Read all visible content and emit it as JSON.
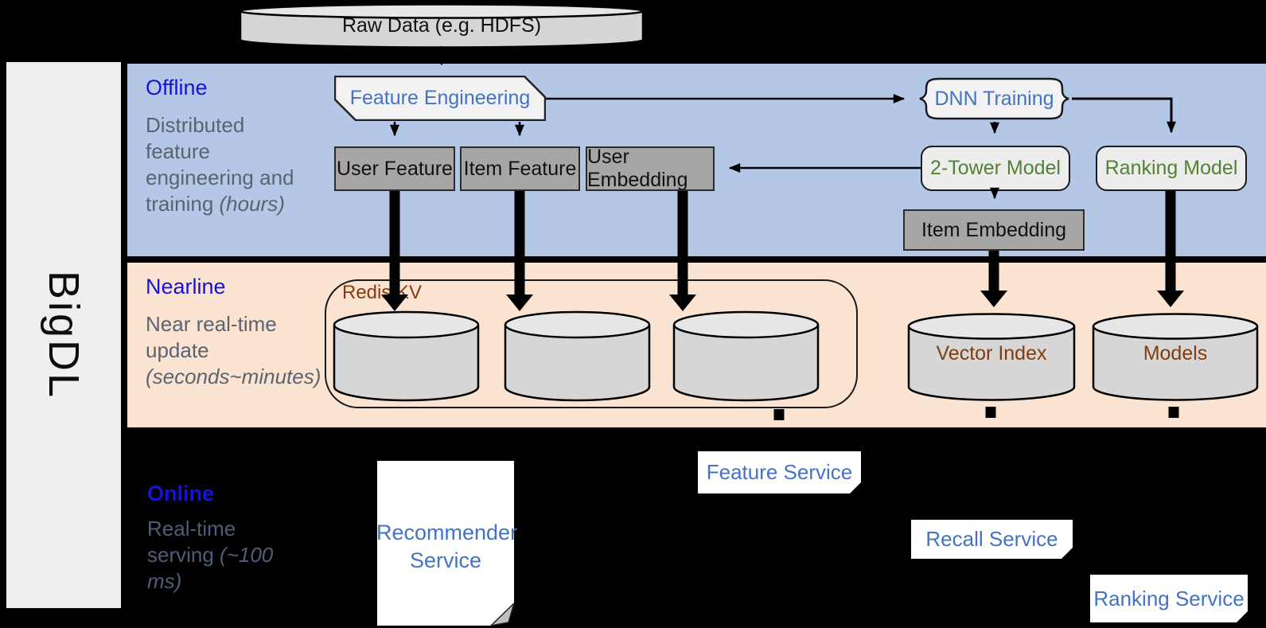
{
  "diagram_title": "BigDL",
  "colors": {
    "offline_band": "#b4c7e7",
    "nearline_band": "#fbe3d2",
    "online_band": "#000000",
    "heading_blue": "#1414d6",
    "node_blue": "#4472c4",
    "model_green": "#538135",
    "store_brown": "#843c0c",
    "muted_slate": "#5a6470",
    "gray_box": "#a6a6a6",
    "light_box": "#f2f2f2",
    "cylinder_fill": "#d6d6d6"
  },
  "source": {
    "raw_data_label": "Raw Data (e.g. HDFS)"
  },
  "bands": {
    "offline": {
      "label": "Offline",
      "desc": "Distributed feature engineering and training ",
      "desc_italic": "(hours)"
    },
    "nearline": {
      "label": "Nearline",
      "desc": "Near real-time update ",
      "desc_italic": "(seconds~minutes)"
    },
    "online": {
      "label": "Online",
      "desc": "Real-time serving ",
      "desc_italic": "(~100 ms)"
    }
  },
  "nodes": {
    "feature_engineering": "Feature Engineering",
    "user_feature": "User Feature",
    "item_feature": "Item Feature",
    "user_embedding": "User Embedding",
    "dnn_training": "DNN Training",
    "two_tower_model": "2-Tower Model",
    "ranking_model": "Ranking Model",
    "item_embedding": "Item Embedding"
  },
  "nearline_stores": {
    "redis": "Redis KV",
    "vector_index": "Vector Index",
    "models": "Models"
  },
  "services": {
    "recommender": "Recommender Service",
    "feature": "Feature Service",
    "recall": "Recall Service",
    "ranking": "Ranking Service"
  }
}
